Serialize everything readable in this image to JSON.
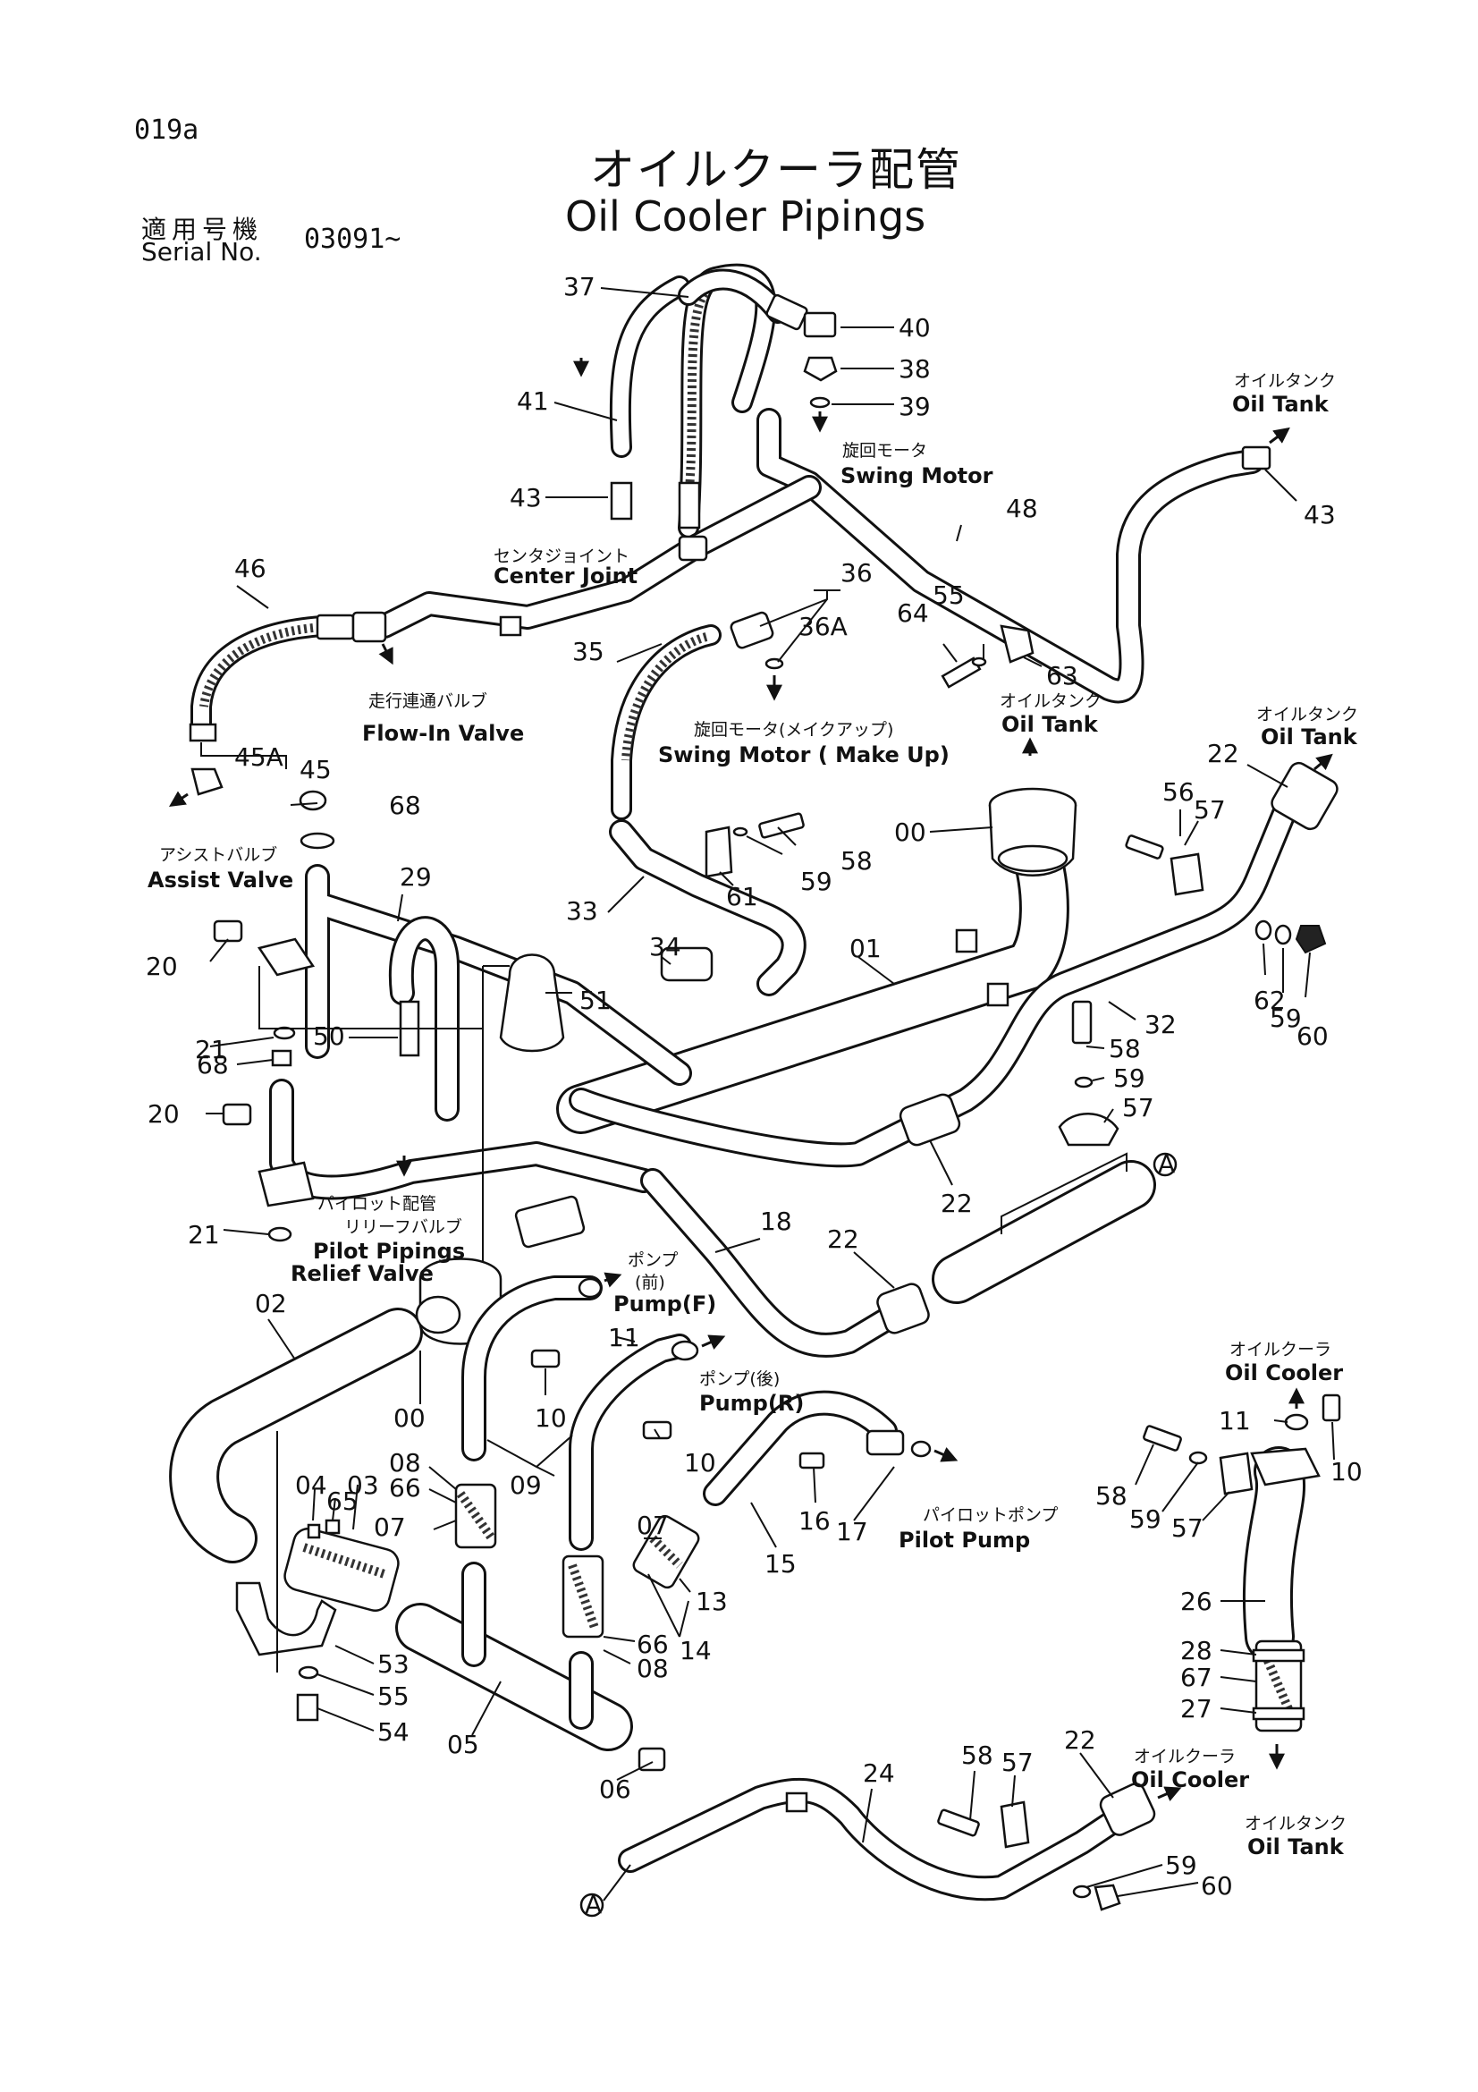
{
  "header": {
    "page_code": "019a",
    "title_jp": "オイルクーラ配管",
    "title_en": "Oil Cooler Pipings",
    "serial_label_jp": "適用号機",
    "serial_label_en": "Serial No.",
    "serial_value": "03091~"
  },
  "callouts": {
    "p37": "37",
    "p40": "40",
    "p38": "38",
    "p39": "39",
    "p41": "41",
    "p43a": "43",
    "p43b": "43",
    "p48": "48",
    "p36": "36",
    "p36a": "36A",
    "p64": "64",
    "p55a": "55",
    "p63": "63",
    "p46": "46",
    "p35": "35",
    "p45a": "45A",
    "p45": "45",
    "p68a": "68",
    "p22a": "22",
    "p00a": "00",
    "p56": "56",
    "p57a": "57",
    "p58a": "58",
    "p59a": "59",
    "p61": "61",
    "p29": "29",
    "p33": "33",
    "p20a": "20",
    "p34": "34",
    "p01": "01",
    "p32": "32",
    "p51": "51",
    "p50": "50",
    "p62": "62",
    "p59b": "59",
    "p60a": "60",
    "p21a": "21",
    "p68b": "68",
    "p58b": "58",
    "p59c": "59",
    "p57b": "57",
    "p20b": "20",
    "p22b": "22",
    "p21b": "21",
    "p18": "18",
    "p22c": "22",
    "p02": "02",
    "p11a": "11",
    "p10a": "10",
    "p00b": "00",
    "p10b": "10",
    "p08a": "08",
    "p66a": "66",
    "p07a": "07",
    "p09": "09",
    "p04": "04",
    "p65": "65",
    "p03": "03",
    "p16": "16",
    "p17": "17",
    "p15": "15",
    "p07b": "07",
    "p13": "13",
    "p14": "14",
    "p66b": "66",
    "p08b": "08",
    "p53": "53",
    "p55b": "55",
    "p54": "54",
    "p05": "05",
    "p06": "06",
    "p11b": "11",
    "p10c": "10",
    "p58c": "58",
    "p59d": "59",
    "p57c": "57",
    "p26": "26",
    "p28": "28",
    "p67": "67",
    "p27": "27",
    "p24": "24",
    "p58d": "58",
    "p57d": "57",
    "p22d": "22",
    "p59e": "59",
    "p60b": "60",
    "refA1": "A",
    "refA2": "A"
  },
  "labels": {
    "oil_tank_1": {
      "jp": "オイルタンク",
      "en": "Oil Tank"
    },
    "swing_motor": {
      "jp": "旋回モータ",
      "en": "Swing Motor"
    },
    "center_joint": {
      "jp": "センタジョイント",
      "en": "Center Joint"
    },
    "flow_in_valve": {
      "jp": "走行連通バルブ",
      "en": "Flow-In Valve"
    },
    "swing_motor_makeup": {
      "jp": "旋回モータ(メイクアップ)",
      "en": "Swing Motor ( Make Up)"
    },
    "oil_tank_2": {
      "jp": "オイルタンク",
      "en": "Oil Tank"
    },
    "oil_tank_3": {
      "jp": "オイルタンク",
      "en": "Oil Tank"
    },
    "assist_valve": {
      "jp": "アシストバルブ",
      "en": "Assist Valve"
    },
    "pilot_relief": {
      "jp1": "パイロット配管",
      "jp2": "リリーフバルブ",
      "en1": "Pilot Pipings",
      "en2": "Relief Valve"
    },
    "pump_f": {
      "jp1": "ポンプ",
      "jp2": "(前)",
      "en": "Pump(F)"
    },
    "pump_r": {
      "jp": "ポンプ(後)",
      "en": "Pump(R)"
    },
    "pilot_pump": {
      "jp": "パイロットポンプ",
      "en": "Pilot Pump"
    },
    "oil_cooler_1": {
      "jp": "オイルクーラ",
      "en": "Oil Cooler"
    },
    "oil_cooler_2": {
      "jp": "オイルクーラ",
      "en": "Oil Cooler"
    },
    "oil_tank_4": {
      "jp": "オイルタンク",
      "en": "Oil Tank"
    }
  }
}
